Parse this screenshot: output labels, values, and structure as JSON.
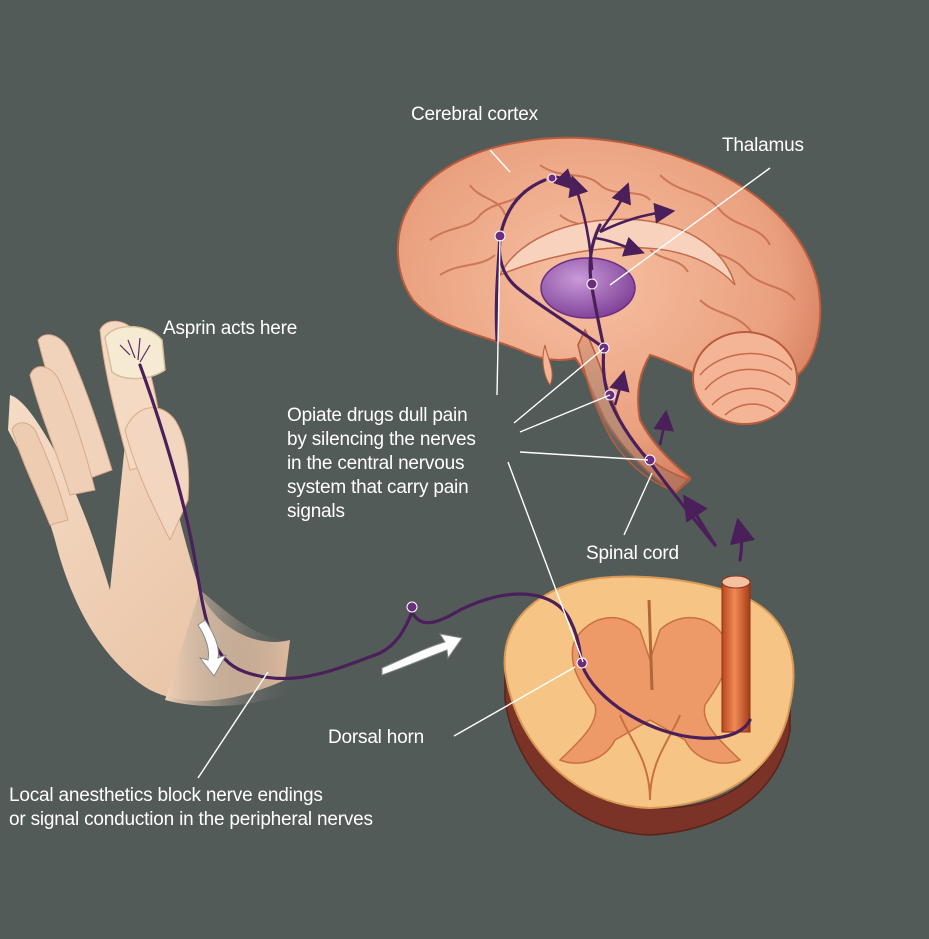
{
  "colors": {
    "background": "#535b59",
    "label_text": "#ffffff",
    "nerve": "#4a1f5a",
    "brain": "#eaa07e",
    "brain_dark": "#c8684a",
    "thalamus": "#9a5bb0",
    "spinal_outer": "#f6c586",
    "spinal_gray": "#ed9a68",
    "skin": "#f1d3bb"
  },
  "labels": {
    "cerebral_cortex": "Cerebral cortex",
    "thalamus": "Thalamus",
    "aspirin": "Asprin acts here",
    "opiate": "Opiate drugs dull pain\nby silencing the nerves\nin the central nervous\nsystem that carry pain\nsignals",
    "spinal_cord": "Spinal cord",
    "dorsal_horn": "Dorsal horn",
    "local_anesthetics": "Local anesthetics block nerve endings\nor signal conduction in the peripheral nerves"
  }
}
